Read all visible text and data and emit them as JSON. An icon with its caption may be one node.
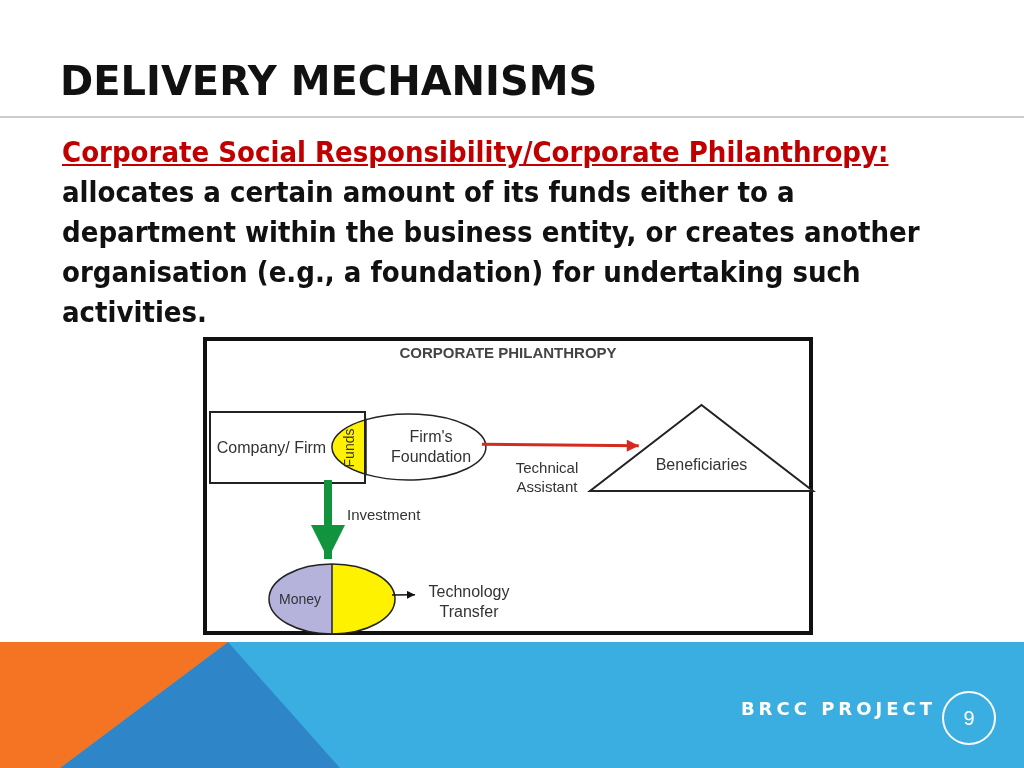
{
  "diagram": {
    "title": "DELIVERY MECHANISMS",
    "nodes": [
      {
        "text": [
          "CORPORATE PHILANTHROPY"
        ]
      },
      {
        "text": [
          "Company/ Firm"
        ],
        "in": 0
      },
      {
        "text": [
          "Funds"
        ],
        "in": 0
      },
      {
        "text": [
          "Firm's Foundation"
        ],
        "in": 0
      },
      {
        "text": [
          "Beneficiaries"
        ],
        "in": 0
      },
      {
        "text": [
          "Money"
        ],
        "in": 0
      },
      {
        "text": [
          "Technology Transfer"
        ],
        "in": 0
      },
      {
        "text": [
          "9"
        ],
        "beside": [
          "BRCC PROJECT"
        ]
      }
    ],
    "edges": [
      {
        "from": 3,
        "to": 4,
        "arrow": "to",
        "label": "Technical Assistant",
        "color": "#d42a20"
      },
      {
        "from": 1,
        "to": 5,
        "arrow": "to",
        "label": "Investment",
        "style": "thick",
        "color": "#12943f"
      },
      {
        "from": 5,
        "to": 6,
        "arrow": "to",
        "color": "#111111"
      }
    ],
    "labels": [
      "*Corporate Social Responsibility/Corporate Philanthropy:* allocates a certain amount of its funds either to a department within the business entity, or creates another organisation (e.g., a foundation) for undertaking such activities."
    ]
  }
}
